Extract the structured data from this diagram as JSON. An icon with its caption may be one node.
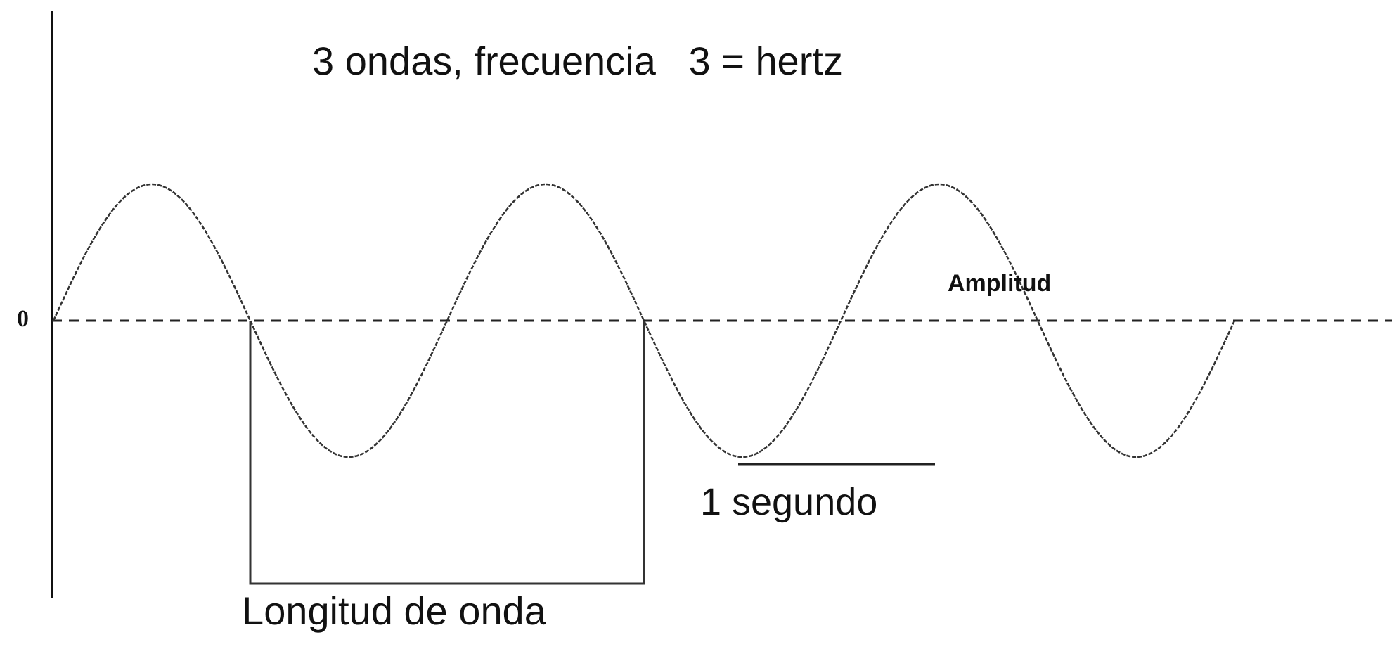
{
  "diagram": {
    "title": "3 ondas, frecuencia   3 = hertz",
    "labels": [
      "0",
      "Amplitud",
      "1 segundo",
      "Longitud de onda"
    ]
  }
}
